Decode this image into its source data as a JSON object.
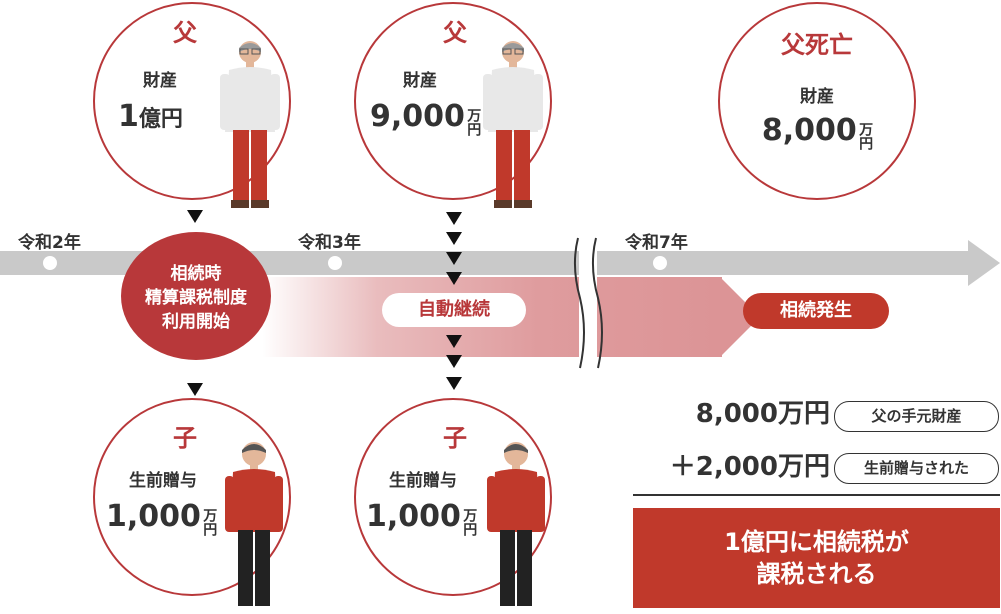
{
  "top_circles": [
    {
      "title": "父",
      "label": "財産",
      "amount": "1",
      "amount_unit": "億円"
    },
    {
      "title": "父",
      "label": "財産",
      "amount": "9,000",
      "amount_unit": "万円"
    },
    {
      "title": "父死亡",
      "label": "財産",
      "amount": "8,000",
      "amount_unit": "万円"
    }
  ],
  "bottom_circles": [
    {
      "title": "子",
      "label": "生前贈与",
      "amount": "1,000",
      "amount_unit": "万円"
    },
    {
      "title": "子",
      "label": "生前贈与",
      "amount": "1,000",
      "amount_unit": "万円"
    }
  ],
  "timeline": {
    "years": [
      "令和2年",
      "令和3年",
      "令和7年"
    ],
    "start_event": [
      "相続時",
      "精算課税制度",
      "利用開始"
    ],
    "continuation_label": "自動継続",
    "end_event": "相続発生"
  },
  "summary": {
    "line1_amount": "8,000万円",
    "line1_tag": "父の手元財産",
    "line2_amount": "＋2,000万円",
    "line2_tag": "生前贈与された",
    "result_line1": "1億円に相続税が",
    "result_line2": "課税される"
  },
  "colors": {
    "accent": "#b8383a",
    "result_bg": "#c0392b",
    "timeline": "#c9c9c9"
  }
}
